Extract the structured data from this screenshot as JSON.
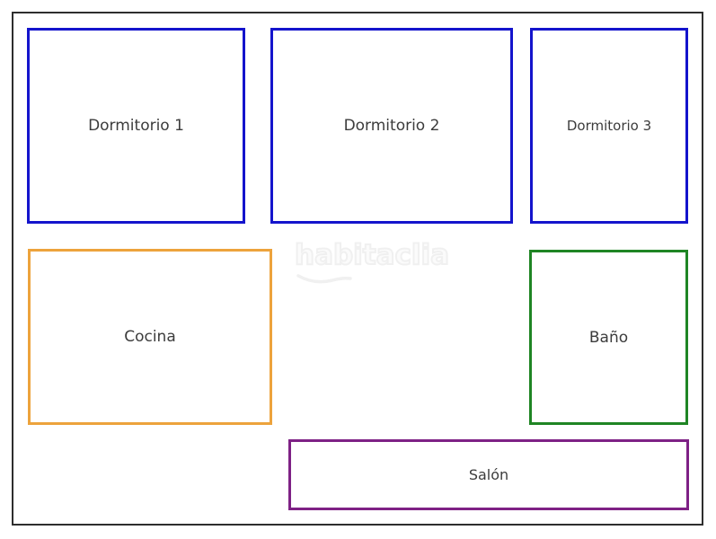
{
  "watermark": {
    "text": "habitaclia"
  },
  "floorplan": {
    "background_color": "#ffffff",
    "frame_color": "#2e2e2e",
    "label_color": "#3c3c3c",
    "rooms": [
      {
        "id": "dormitorio-1",
        "label": "Dormitorio 1",
        "border_color": "#1414cc"
      },
      {
        "id": "dormitorio-2",
        "label": "Dormitorio 2",
        "border_color": "#1414cc"
      },
      {
        "id": "dormitorio-3",
        "label": "Dormitorio 3",
        "border_color": "#1414cc"
      },
      {
        "id": "cocina",
        "label": "Cocina",
        "border_color": "#eda33c"
      },
      {
        "id": "bano",
        "label": "Baño",
        "border_color": "#1f8524"
      },
      {
        "id": "salon",
        "label": "Salón",
        "border_color": "#7e2185"
      }
    ]
  }
}
